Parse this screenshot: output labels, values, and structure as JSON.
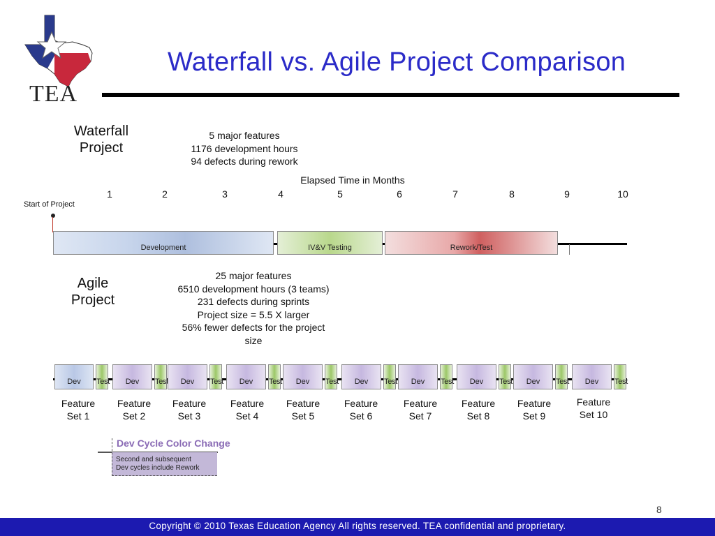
{
  "header": {
    "logo_text": "TEA",
    "title": "Waterfall vs. Agile Project Comparison"
  },
  "waterfall": {
    "label_line1": "Waterfall",
    "label_line2": "Project",
    "stats": [
      "5 major features",
      "1176 development hours",
      "94 defects during rework"
    ],
    "elapsed_label": "Elapsed Time in Months",
    "months": [
      "1",
      "2",
      "3",
      "4",
      "5",
      "6",
      "7",
      "8",
      "9",
      "10"
    ],
    "start_label": "Start of Project",
    "phases": [
      "Development",
      "IV&V Testing",
      "Rework/Test"
    ]
  },
  "agile": {
    "label_line1": "Agile",
    "label_line2": "Project",
    "stats": [
      "25 major features",
      "6510 development hours (3 teams)",
      "231 defects during sprints",
      "Project size = 5.5 X larger",
      "56% fewer defects for the project",
      "size"
    ],
    "dev_label": "Dev",
    "test_label": "Test",
    "feature_sets": [
      {
        "line1": "Feature",
        "line2": "Set 1"
      },
      {
        "line1": "Feature",
        "line2": "Set 2"
      },
      {
        "line1": "Feature",
        "line2": "Set 3"
      },
      {
        "line1": "Feature",
        "line2": "Set 4"
      },
      {
        "line1": "Feature",
        "line2": "Set 5"
      },
      {
        "line1": "Feature",
        "line2": "Set 6"
      },
      {
        "line1": "Feature",
        "line2": "Set 7"
      },
      {
        "line1": "Feature",
        "line2": "Set 8"
      },
      {
        "line1": "Feature",
        "line2": "Set 9"
      },
      {
        "line1": "Feature",
        "line2": "Set 10"
      }
    ]
  },
  "legend": {
    "title": "Dev Cycle Color Change",
    "line1": "Second and subsequent",
    "line2": "Dev cycles include Rework"
  },
  "footer": {
    "page_number": "8",
    "copyright": "Copyright © 2010 Texas Education Agency All rights reserved. TEA confidential and proprietary."
  },
  "colors": {
    "title": "#2b2bc8",
    "footer_bg": "#1c1ab0",
    "legend_title": "#8a6bb5",
    "texas_blue": "#2a3a8c",
    "texas_red": "#c8283c"
  }
}
